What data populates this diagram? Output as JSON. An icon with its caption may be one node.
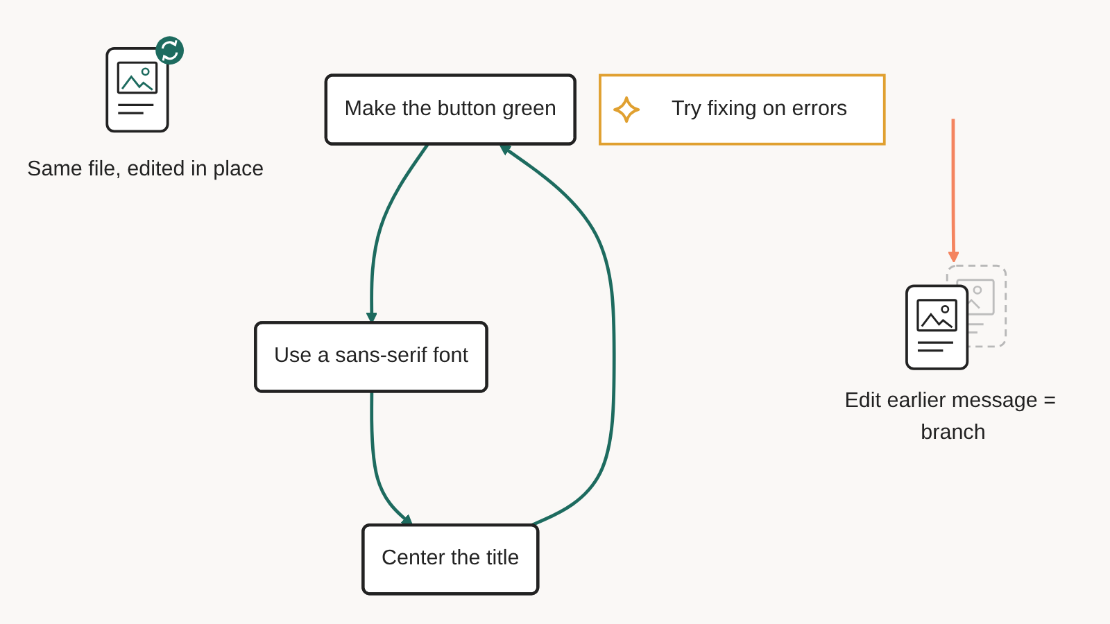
{
  "diagram": {
    "nodes": [
      {
        "text": [
          "Make the button green"
        ]
      },
      {
        "text": [
          "Use a sans-serif font"
        ]
      },
      {
        "text": [
          "Center the title"
        ]
      },
      {
        "text": [
          "Same file, edited in place"
        ]
      },
      {
        "text": [
          "Edit earlier message = branch"
        ]
      },
      {
        "text": [
          "Try fixing on errors"
        ]
      }
    ],
    "edges": [
      {
        "from": 0,
        "to": 1,
        "arrow": "to"
      },
      {
        "from": 1,
        "to": 2,
        "arrow": "to"
      },
      {
        "from": 2,
        "to": 0,
        "arrow": "to"
      },
      {
        "from": null,
        "to": 4,
        "arrow": "to",
        "color": "#f4845f"
      }
    ]
  }
}
